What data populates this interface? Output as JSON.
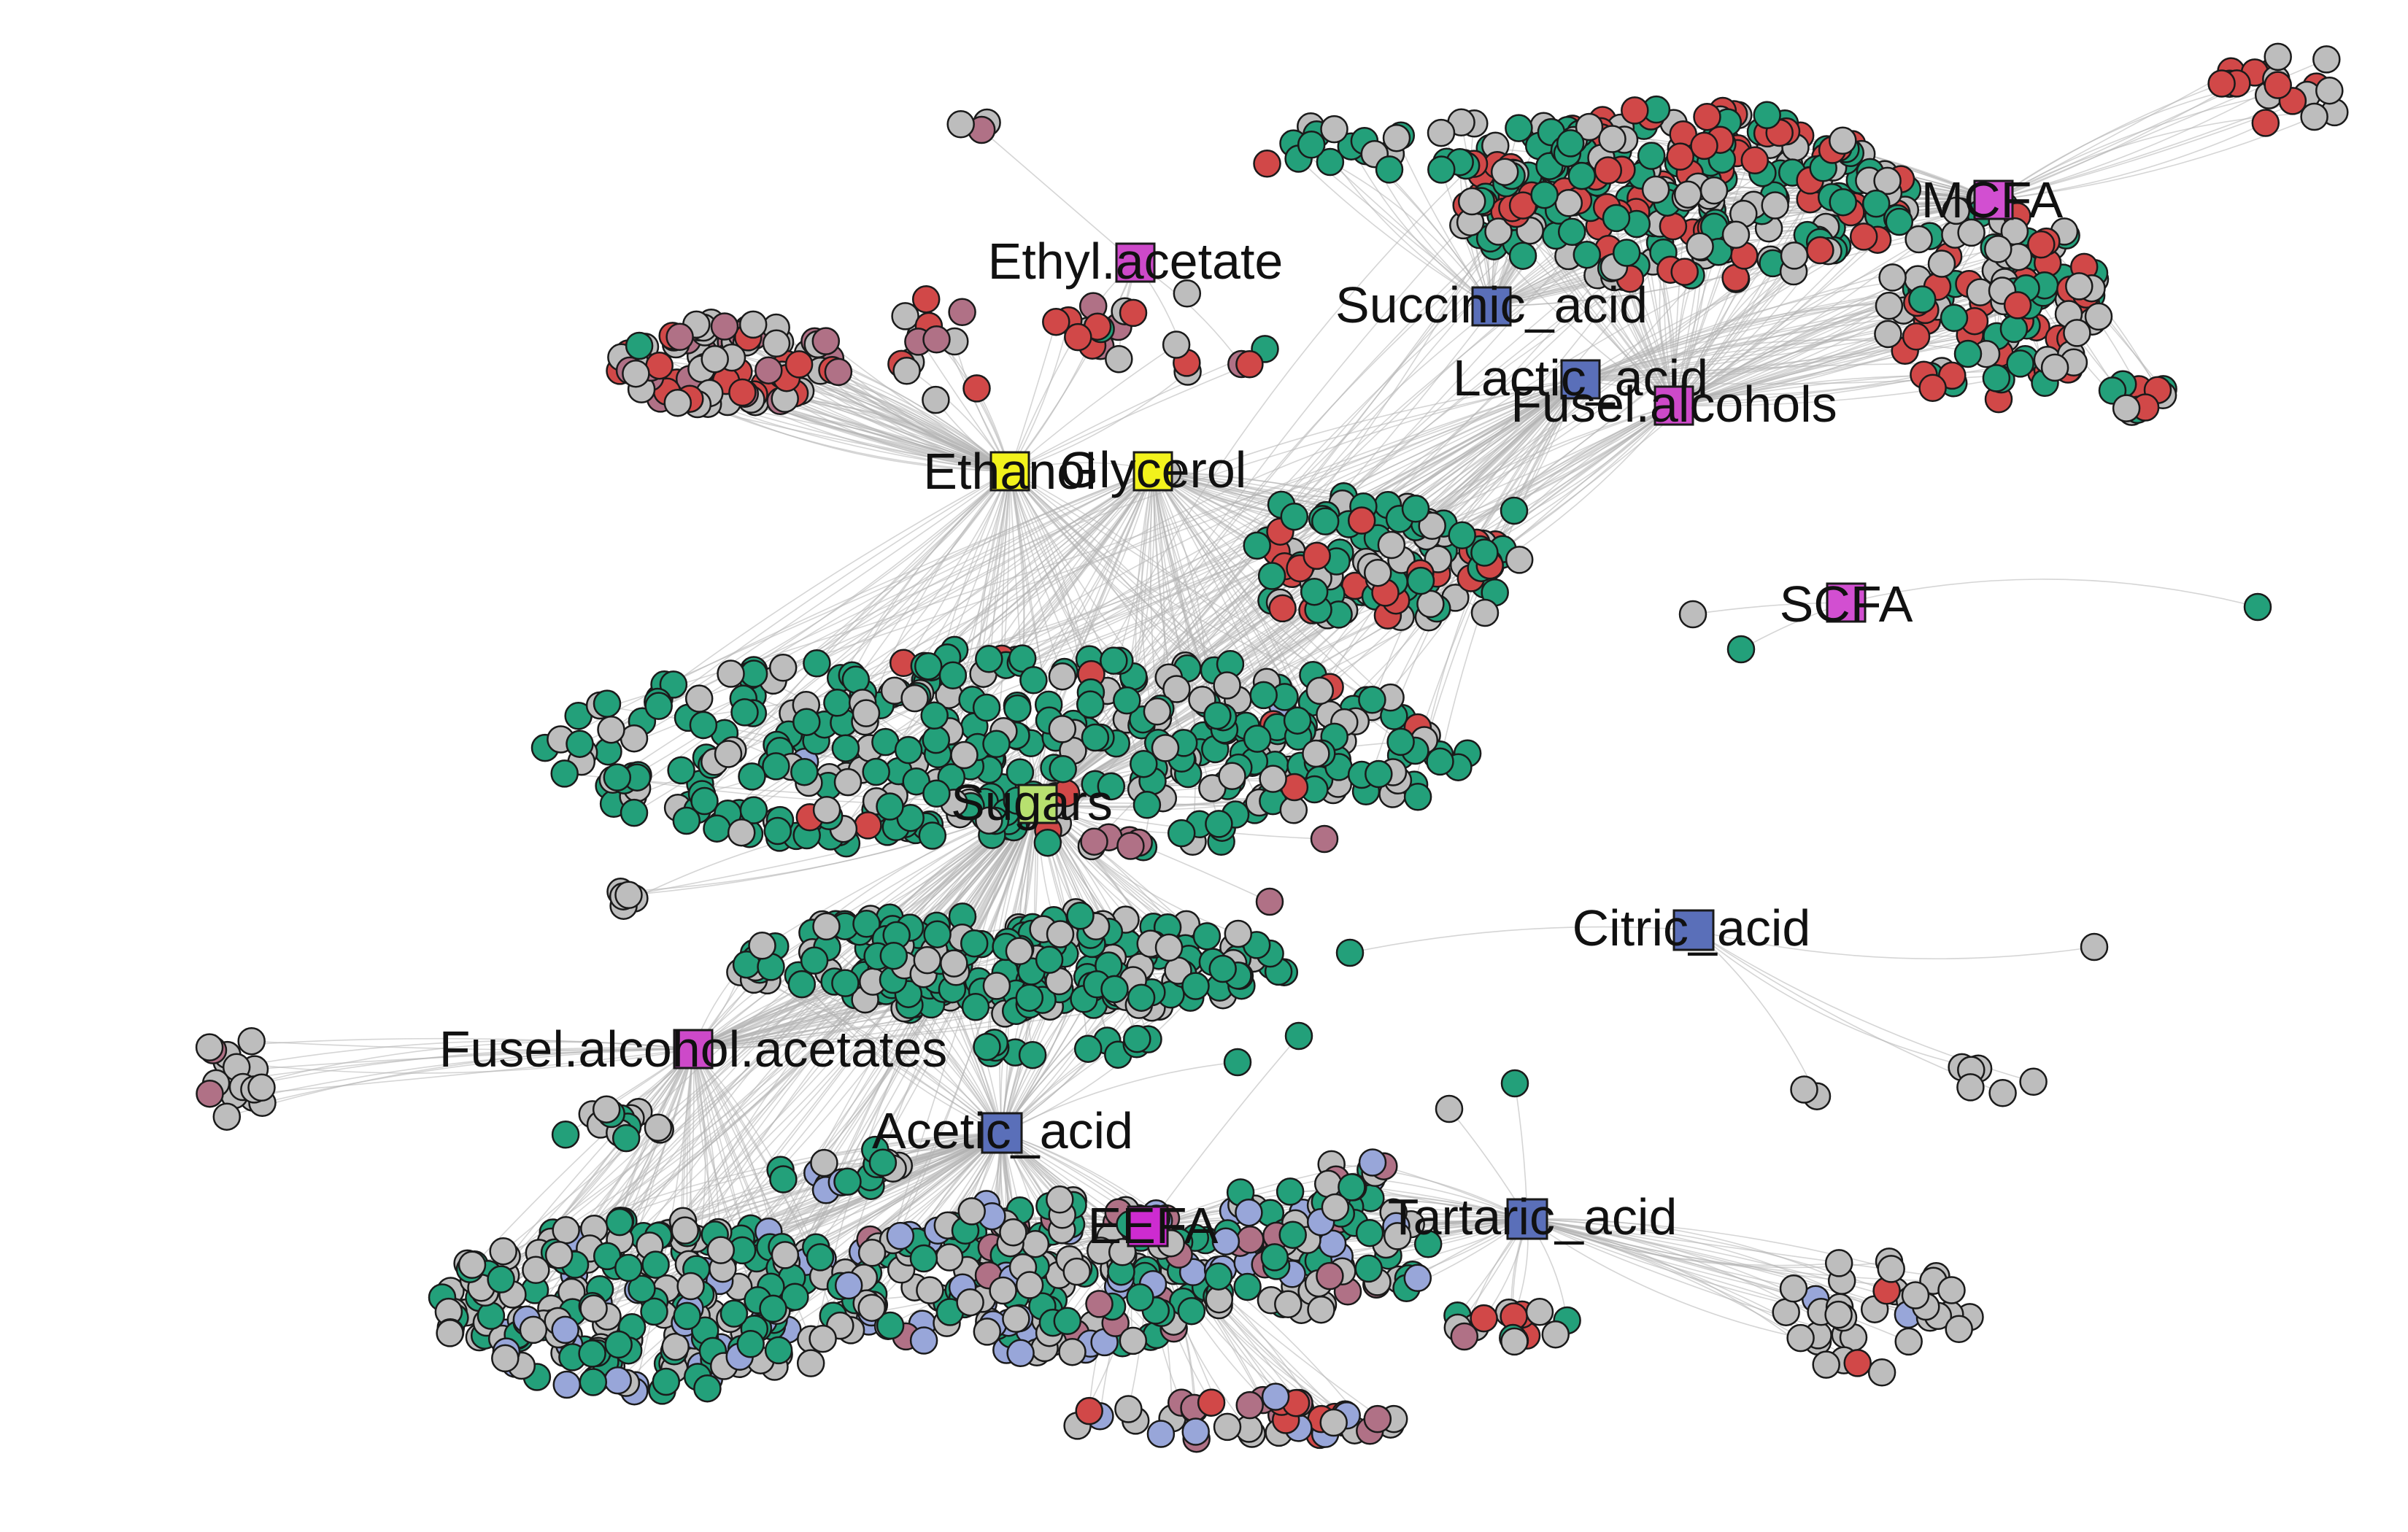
{
  "hubs": [
    {
      "id": "mcfa",
      "label": "MCFA",
      "color": "#d24fd1"
    },
    {
      "id": "ethyl",
      "label": "Ethyl.acetate",
      "color": "#cd49c9"
    },
    {
      "id": "succ",
      "label": "Succinic_acid",
      "color": "#5a6fb9"
    },
    {
      "id": "lactic",
      "label": "Lactic_acid",
      "color": "#5a6fb9"
    },
    {
      "id": "fusel",
      "label": "Fusel.alcohols",
      "color": "#cd49c9"
    },
    {
      "id": "ethanol",
      "label": "Ethanol",
      "color": "#f2f21c"
    },
    {
      "id": "glycerol",
      "label": "Glycerol",
      "color": "#f2f21c"
    },
    {
      "id": "scfa",
      "label": "SCFA",
      "color": "#d24fd1"
    },
    {
      "id": "sugars",
      "label": "Sugars",
      "color": "#b7e06f"
    },
    {
      "id": "citric",
      "label": "Citric_acid",
      "color": "#5a6fb9"
    },
    {
      "id": "fuselac",
      "label": "Fusel.alcohol.acetates",
      "color": "#cd49c9"
    },
    {
      "id": "acetic",
      "label": "Acetic_acid",
      "color": "#5a6fb9"
    },
    {
      "id": "eefa",
      "label": "EEFA",
      "color": "#cd2bd0"
    },
    {
      "id": "tartaric",
      "label": "Tartaric_acid",
      "color": "#5a6fb9"
    }
  ],
  "colors": {
    "edge": "#b3b3b3",
    "node_outline": "#1a1a1a",
    "green": "#23a07a",
    "gray": "#bdbdbd",
    "red": "#d14848",
    "mauve": "#b07186",
    "blue": "#98a6d9"
  }
}
